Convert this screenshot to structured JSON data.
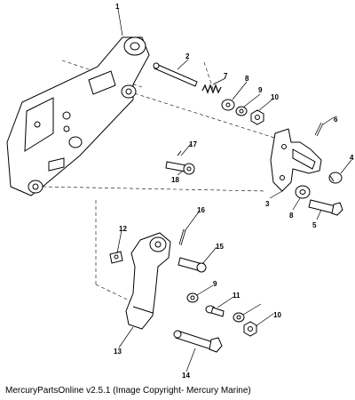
{
  "callouts": [
    "1",
    "2",
    "3",
    "4",
    "5",
    "6",
    "7",
    "8",
    "8",
    "9",
    "9",
    "10",
    "10",
    "11",
    "12",
    "13",
    "14",
    "15",
    "16",
    "17",
    "18"
  ],
  "footer": "MercuryPartsOnline v2.5.1 (Image Copyright- Mercury Marine)"
}
